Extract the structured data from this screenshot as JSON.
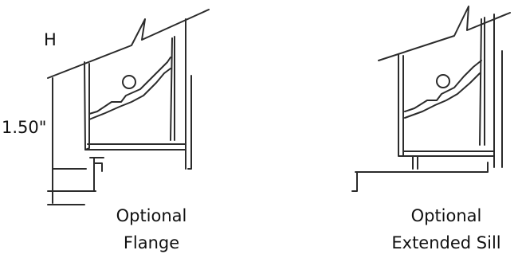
{
  "labels": {
    "height_marker": "H",
    "dimension": "1.50\""
  },
  "captions": {
    "left": {
      "line1": "Optional",
      "line2": "Flange"
    },
    "right": {
      "line1": "Optional",
      "line2": "Extended Sill"
    }
  },
  "colors": {
    "line": "#2b2b2b",
    "text": "#111111"
  }
}
